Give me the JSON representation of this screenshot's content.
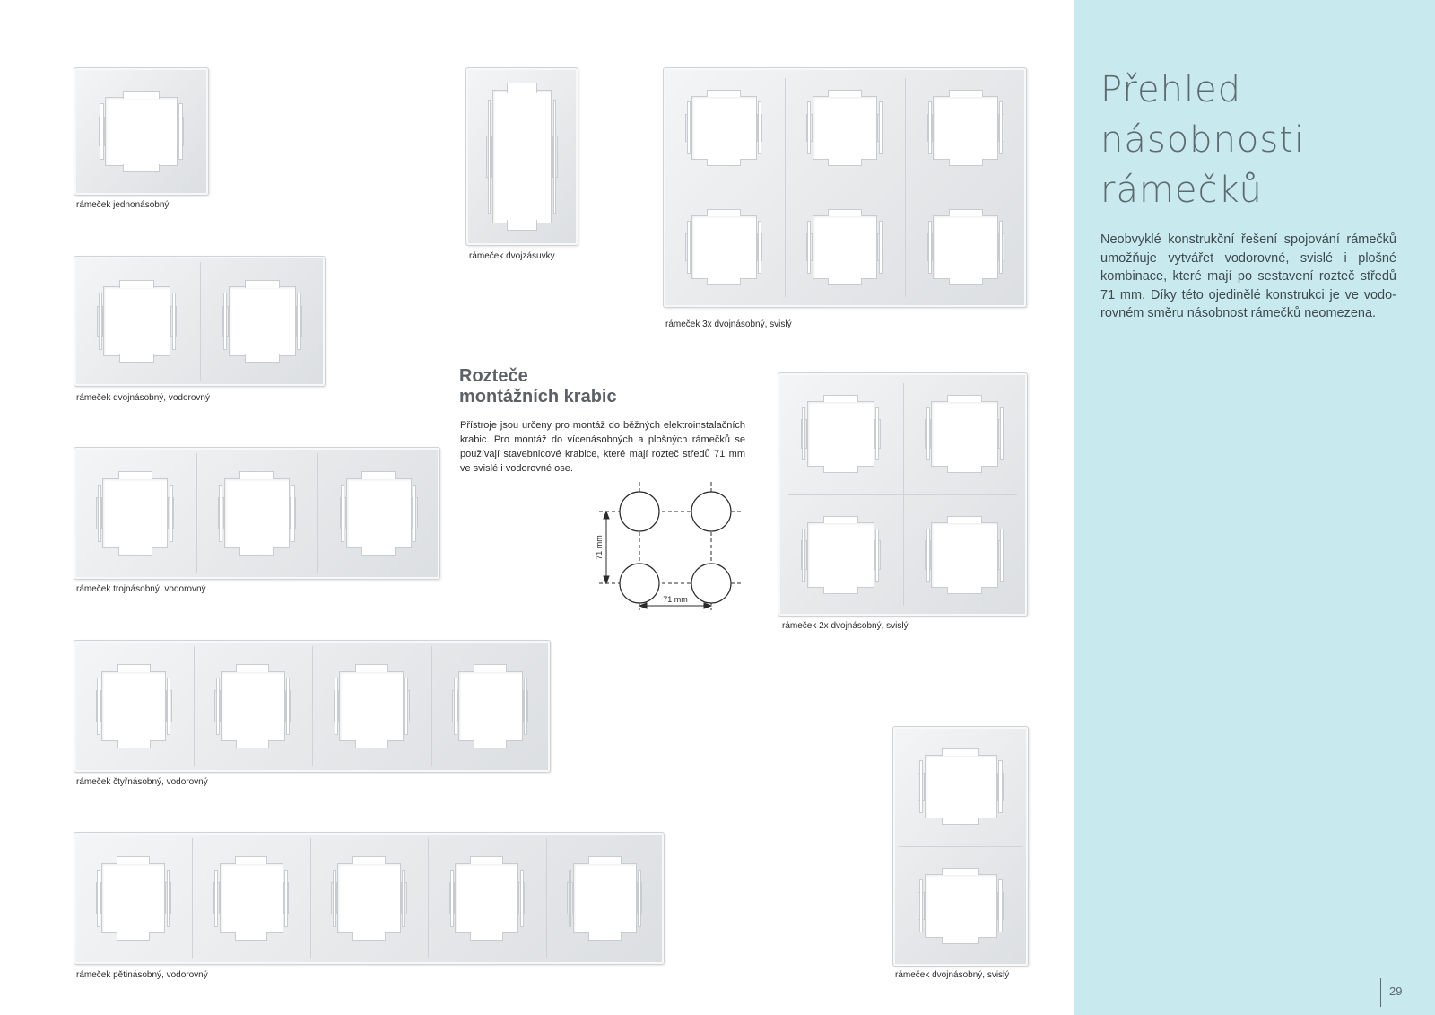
{
  "side_panel": {
    "title_lines": [
      "Přehled",
      "násobnosti",
      "rámečků"
    ],
    "text": "Neobvyklé konstrukční řešení spojování rámeč­ků umožňuje vytvářet vodorovné, svislé i plošné kombinace, které mají po sestavení rozteč středů 71 mm. Díky této ojedinělé konstrukci je ve vodo­rovném směru násobnost rámečků neomezena.",
    "page_number": "29",
    "background": "#c8e9ed"
  },
  "section": {
    "heading_line1": "Rozteče",
    "heading_line2": "montážních krabic",
    "text": "Přístroje jsou určeny pro montáž do běžných elektroinstalačních krabic. Pro montáž do vícenásobných a plošných rámečků se používají stavebnicové krabice, které mají rozteč středů 71 mm ve svislé i vodorovné ose."
  },
  "diagram": {
    "vertical_label": "71 mm",
    "horizontal_label": "71 mm"
  },
  "frames": {
    "single": "rámeček jednonásobný",
    "double_socket": "rámeček dvojzásuvky",
    "triple_double_vertical": "rámeček 3x dvojnásobný, svislý",
    "double_horizontal": "rámeček dvojnásobný, vodorovný",
    "triple_horizontal": "rámeček trojnásobný, vodorovný",
    "double2x_vertical": "rámeček 2x dvojnásobný, svislý",
    "quad_horizontal": "rámeček čtyřnásobný, vodorovný",
    "quint_horizontal": "rámeček pětinásobný, vodorovný",
    "double_vertical": "rámeček dvojnásobný, svislý"
  }
}
